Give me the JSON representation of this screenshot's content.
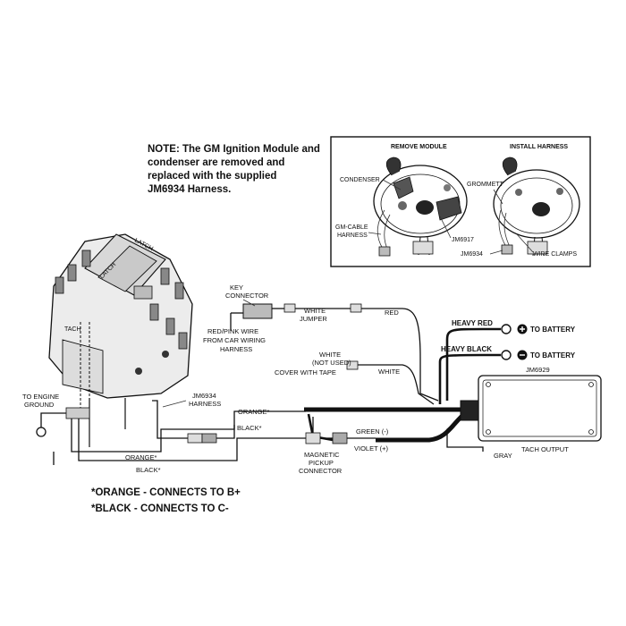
{
  "note": {
    "lines": [
      "NOTE: The GM Ignition Module and",
      "condenser are removed and",
      "replaced with the supplied",
      "JM6934 Harness."
    ]
  },
  "inset": {
    "remove_title": "REMOVE MODULE",
    "install_title": "INSTALL HARNESS",
    "condenser": "CONDENSER",
    "gm_cable_harness": [
      "GM-CABLE",
      "HARNESS"
    ],
    "jm6917": "JM6917",
    "grommett": "GROMMETT",
    "jm6934": "JM6934",
    "wire_clamps": "WIRE CLAMPS"
  },
  "distributor": {
    "latch": "LATCH",
    "tach_label": "TACH"
  },
  "labels": {
    "key_connector": [
      "KEY",
      "CONNECTOR"
    ],
    "white_jumper": [
      "WHITE",
      "JUMPER"
    ],
    "red": "RED",
    "red_pink_wire": [
      "RED/PINK WIRE",
      "FROM CAR WIRING",
      "HARNESS"
    ],
    "heavy_red": "HEAVY RED",
    "heavy_black": "HEAVY BLACK",
    "to_battery_pos": "TO BATTERY",
    "to_battery_neg": "TO BATTERY",
    "white_not_used": [
      "WHITE",
      "(NOT USED)",
      "COVER WITH TAPE"
    ],
    "white": "WHITE",
    "jm6929": "JM6929",
    "to_engine_ground": [
      "TO ENGINE",
      "GROUND"
    ],
    "jm6934_harness": [
      "JM6934",
      "HARNESS"
    ],
    "orange_star_upper": "ORANGE*",
    "black_star_upper": "BLACK*",
    "orange_star_lower": "ORANGE*",
    "black_star_lower": "BLACK*",
    "green": "GREEN (-)",
    "violet": "VIOLET (+)",
    "magnetic_pickup": [
      "MAGNETIC",
      "PICKUP",
      "CONNECTOR"
    ],
    "gray": "GRAY",
    "tach_output": "TACH OUTPUT"
  },
  "footnotes": [
    "*ORANGE - CONNECTS TO B+",
    "*BLACK - CONNECTS TO C-"
  ]
}
